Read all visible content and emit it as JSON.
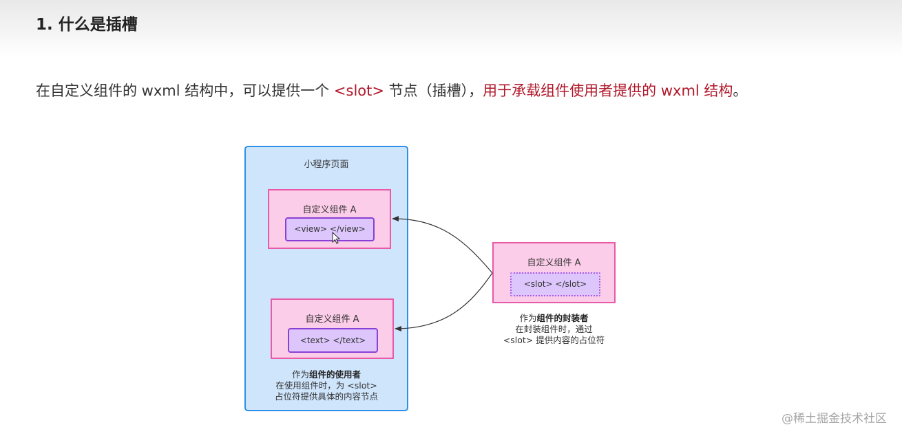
{
  "header": {
    "title": "1. 什么是插槽"
  },
  "intro": {
    "part1": "在自定义组件的 wxml 结构中，可以提供一个 ",
    "slot_tag": "<slot>",
    "part2": " 节点（插槽），",
    "highlight": "用于承载组件使用者提供的 wxml 结构",
    "end": "。"
  },
  "diagram": {
    "page_label": "小程序页面",
    "user_component_1": {
      "title": "自定义组件 A",
      "content": "<view> </view>"
    },
    "user_component_2": {
      "title": "自定义组件 A",
      "content": "<text> </text>"
    },
    "user_caption": {
      "prefix": "作为",
      "bold": "组件的使用者",
      "line2": "在使用组件时，为 <slot>",
      "line3": "占位符提供具体的内容节点"
    },
    "definer_component": {
      "title": "自定义组件 A",
      "content": "<slot> </slot>"
    },
    "definer_caption": {
      "prefix": "作为",
      "bold": "组件的封装者",
      "line2": "在封装组件时，通过",
      "line3": "<slot> 提供内容的占位符"
    }
  },
  "watermark": "@稀土掘金技术社区",
  "colors": {
    "page_bg": "#cfe5fc",
    "page_border": "#2f8fe6",
    "component_bg": "#fccde8",
    "component_border": "#e85aa8",
    "inner_bg": "#dcc6fb",
    "inner_border": "#8a3fd6",
    "highlight_text": "#b0182a"
  }
}
